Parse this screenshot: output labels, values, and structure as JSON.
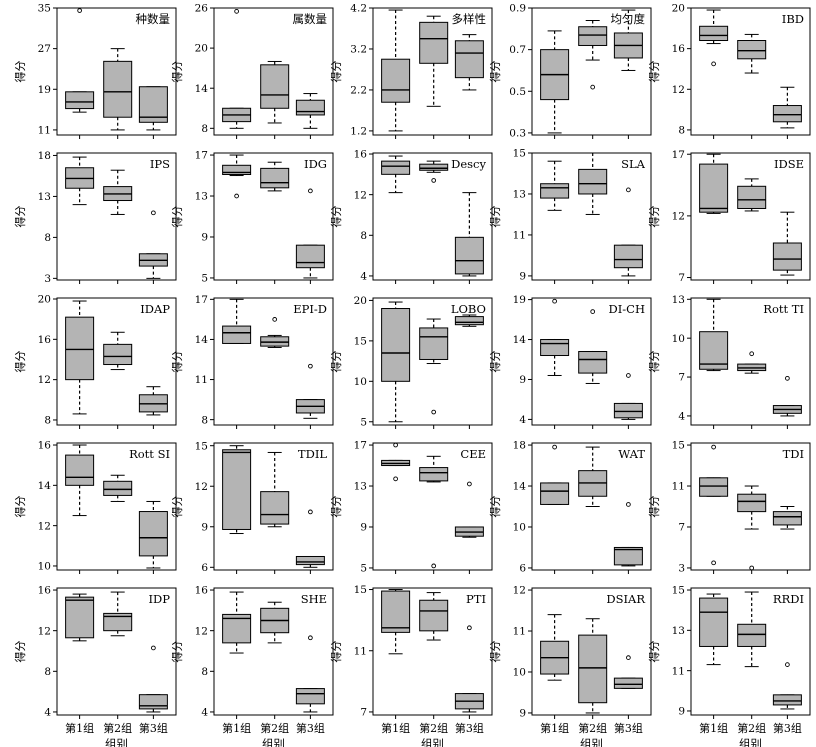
{
  "chart_data": {
    "type": "box",
    "grid": false,
    "categories": [
      "第1组",
      "第2组",
      "第3组"
    ],
    "ylabel": "得分",
    "xlabel": "组别",
    "panels": [
      {
        "title": "种数量",
        "ylim": [
          10,
          35
        ],
        "yticks": [
          11,
          19,
          27,
          35
        ],
        "groups": [
          {
            "min": 14.5,
            "q1": 15.2,
            "median": 16.5,
            "q3": 18.5,
            "max": 18.5,
            "outliers": [
              34.5
            ]
          },
          {
            "min": 11,
            "q1": 13.5,
            "median": 18.5,
            "q3": 24.5,
            "max": 27,
            "outliers": []
          },
          {
            "min": 11,
            "q1": 12.5,
            "median": 13.5,
            "q3": 19.5,
            "max": 19.5,
            "outliers": []
          }
        ]
      },
      {
        "title": "属数量",
        "ylim": [
          7,
          26
        ],
        "yticks": [
          8,
          14,
          20,
          26
        ],
        "groups": [
          {
            "min": 8,
            "q1": 9,
            "median": 10,
            "q3": 11,
            "max": 11,
            "outliers": [
              25.5
            ]
          },
          {
            "min": 8.8,
            "q1": 11,
            "median": 13,
            "q3": 17.5,
            "max": 18,
            "outliers": []
          },
          {
            "min": 8,
            "q1": 10,
            "median": 10.5,
            "q3": 12.2,
            "max": 13.2,
            "outliers": []
          }
        ]
      },
      {
        "title": "多样性",
        "ylim": [
          1.1,
          4.2
        ],
        "yticks": [
          1.2,
          2.2,
          3.2,
          4.2
        ],
        "groups": [
          {
            "min": 1.2,
            "q1": 1.9,
            "median": 2.2,
            "q3": 2.95,
            "max": 4.15,
            "outliers": []
          },
          {
            "min": 1.8,
            "q1": 2.85,
            "median": 3.45,
            "q3": 3.85,
            "max": 4.0,
            "outliers": []
          },
          {
            "min": 2.2,
            "q1": 2.5,
            "median": 3.1,
            "q3": 3.4,
            "max": 3.55,
            "outliers": []
          }
        ]
      },
      {
        "title": "均匀度",
        "ylim": [
          0.29,
          0.9
        ],
        "yticks": [
          0.3,
          0.5,
          0.7,
          0.9
        ],
        "groups": [
          {
            "min": 0.3,
            "q1": 0.46,
            "median": 0.58,
            "q3": 0.7,
            "max": 0.79,
            "outliers": []
          },
          {
            "min": 0.65,
            "q1": 0.72,
            "median": 0.77,
            "q3": 0.81,
            "max": 0.84,
            "outliers": [
              0.52
            ]
          },
          {
            "min": 0.6,
            "q1": 0.66,
            "median": 0.72,
            "q3": 0.78,
            "max": 0.89,
            "outliers": []
          }
        ]
      },
      {
        "title": "IBD",
        "ylim": [
          7.5,
          20
        ],
        "yticks": [
          8,
          12,
          16,
          20
        ],
        "groups": [
          {
            "min": 16.5,
            "q1": 16.8,
            "median": 17.3,
            "q3": 18.2,
            "max": 19.8,
            "outliers": [
              14.5
            ]
          },
          {
            "min": 13.6,
            "q1": 15.0,
            "median": 15.8,
            "q3": 16.8,
            "max": 17.4,
            "outliers": []
          },
          {
            "min": 8.2,
            "q1": 8.8,
            "median": 9.5,
            "q3": 10.4,
            "max": 12.2,
            "outliers": []
          }
        ]
      },
      {
        "title": "IPS",
        "ylim": [
          2.8,
          18.3
        ],
        "yticks": [
          3,
          8,
          13,
          18
        ],
        "groups": [
          {
            "min": 12,
            "q1": 14,
            "median": 15.2,
            "q3": 16.5,
            "max": 17.8,
            "outliers": []
          },
          {
            "min": 10.8,
            "q1": 12.5,
            "median": 13.3,
            "q3": 14.2,
            "max": 16.2,
            "outliers": []
          },
          {
            "min": 3,
            "q1": 4.5,
            "median": 5.2,
            "q3": 6,
            "max": 6,
            "outliers": [
              11
            ]
          }
        ]
      },
      {
        "title": "IDG",
        "ylim": [
          4.8,
          17.2
        ],
        "yticks": [
          5,
          9,
          13,
          17
        ],
        "groups": [
          {
            "min": 15,
            "q1": 15.1,
            "median": 15.3,
            "q3": 16,
            "max": 17,
            "outliers": [
              13
            ]
          },
          {
            "min": 13.5,
            "q1": 13.8,
            "median": 14.3,
            "q3": 15.7,
            "max": 16.3,
            "outliers": []
          },
          {
            "min": 5,
            "q1": 6,
            "median": 6.5,
            "q3": 8.2,
            "max": 8.2,
            "outliers": [
              13.5
            ]
          }
        ]
      },
      {
        "title": "Descy",
        "ylim": [
          3.6,
          16.1
        ],
        "yticks": [
          4,
          8,
          12,
          16
        ],
        "groups": [
          {
            "min": 12.2,
            "q1": 14,
            "median": 14.8,
            "q3": 15.3,
            "max": 15.8,
            "outliers": []
          },
          {
            "min": 14.2,
            "q1": 14.4,
            "median": 14.6,
            "q3": 15,
            "max": 15.3,
            "outliers": [
              13.4
            ]
          },
          {
            "min": 4,
            "q1": 4.2,
            "median": 5.5,
            "q3": 7.8,
            "max": 12.2,
            "outliers": []
          }
        ]
      },
      {
        "title": "SLA",
        "ylim": [
          8.8,
          15
        ],
        "yticks": [
          9,
          11,
          13,
          15
        ],
        "groups": [
          {
            "min": 12.2,
            "q1": 12.8,
            "median": 13.3,
            "q3": 13.5,
            "max": 14.6,
            "outliers": []
          },
          {
            "min": 12,
            "q1": 13,
            "median": 13.5,
            "q3": 14.2,
            "max": 15,
            "outliers": []
          },
          {
            "min": 9,
            "q1": 9.4,
            "median": 9.8,
            "q3": 10.5,
            "max": 10.5,
            "outliers": [
              13.2
            ]
          }
        ]
      },
      {
        "title": "IDSE",
        "ylim": [
          6.8,
          17.1
        ],
        "yticks": [
          7,
          12,
          17
        ],
        "groups": [
          {
            "min": 12.2,
            "q1": 12.3,
            "median": 12.6,
            "q3": 16.2,
            "max": 17,
            "outliers": []
          },
          {
            "min": 12.4,
            "q1": 12.6,
            "median": 13.3,
            "q3": 14.4,
            "max": 15,
            "outliers": []
          },
          {
            "min": 7.2,
            "q1": 7.6,
            "median": 8.5,
            "q3": 9.8,
            "max": 12.3,
            "outliers": []
          }
        ]
      },
      {
        "title": "IDAP",
        "ylim": [
          7.5,
          20.1
        ],
        "yticks": [
          8,
          12,
          16,
          20
        ],
        "groups": [
          {
            "min": 8.6,
            "q1": 12,
            "median": 15,
            "q3": 18.2,
            "max": 19.8,
            "outliers": []
          },
          {
            "min": 13,
            "q1": 13.5,
            "median": 14.3,
            "q3": 15.5,
            "max": 16.7,
            "outliers": []
          },
          {
            "min": 8.5,
            "q1": 8.8,
            "median": 9.6,
            "q3": 10.5,
            "max": 11.3,
            "outliers": []
          }
        ]
      },
      {
        "title": "EPI-D",
        "ylim": [
          7.6,
          17.1
        ],
        "yticks": [
          8,
          11,
          14,
          17
        ],
        "groups": [
          {
            "min": 13.7,
            "q1": 13.7,
            "median": 14.5,
            "q3": 15,
            "max": 17,
            "outliers": []
          },
          {
            "min": 13.4,
            "q1": 13.5,
            "median": 13.8,
            "q3": 14.2,
            "max": 14.3,
            "outliers": [
              15.5
            ]
          },
          {
            "min": 8.1,
            "q1": 8.5,
            "median": 9,
            "q3": 9.5,
            "max": 9.5,
            "outliers": [
              12
            ]
          }
        ]
      },
      {
        "title": "LOBO",
        "ylim": [
          4.6,
          20.3
        ],
        "yticks": [
          5,
          10,
          15,
          20
        ],
        "groups": [
          {
            "min": 5,
            "q1": 10,
            "median": 13.5,
            "q3": 19,
            "max": 19.8,
            "outliers": []
          },
          {
            "min": 12.2,
            "q1": 12.7,
            "median": 15.5,
            "q3": 16.6,
            "max": 17.7,
            "outliers": [
              6.2
            ]
          },
          {
            "min": 16.8,
            "q1": 17,
            "median": 17.3,
            "q3": 18,
            "max": 18.2,
            "outliers": []
          }
        ]
      },
      {
        "title": "DI-CH",
        "ylim": [
          3.3,
          19.2
        ],
        "yticks": [
          4,
          9,
          14,
          19
        ],
        "groups": [
          {
            "min": 9.5,
            "q1": 12,
            "median": 13.5,
            "q3": 14,
            "max": 14,
            "outliers": [
              18.8
            ]
          },
          {
            "min": 8.5,
            "q1": 9.8,
            "median": 11.5,
            "q3": 12.5,
            "max": 12.5,
            "outliers": [
              17.5
            ]
          },
          {
            "min": 4,
            "q1": 4.2,
            "median": 5,
            "q3": 6,
            "max": 6,
            "outliers": [
              9.5
            ]
          }
        ]
      },
      {
        "title": "Rott TI",
        "ylim": [
          3.3,
          13.1
        ],
        "yticks": [
          4,
          7,
          10,
          13
        ],
        "groups": [
          {
            "min": 7.5,
            "q1": 7.6,
            "median": 8,
            "q3": 10.5,
            "max": 13,
            "outliers": []
          },
          {
            "min": 7.3,
            "q1": 7.5,
            "median": 7.7,
            "q3": 8,
            "max": 8,
            "outliers": [
              8.8
            ]
          },
          {
            "min": 4,
            "q1": 4.2,
            "median": 4.5,
            "q3": 4.8,
            "max": 4.8,
            "outliers": [
              6.9
            ]
          }
        ]
      },
      {
        "title": "Rott SI",
        "ylim": [
          9.8,
          16.1
        ],
        "yticks": [
          10,
          12,
          14,
          16
        ],
        "groups": [
          {
            "min": 12.5,
            "q1": 14,
            "median": 14.4,
            "q3": 15.5,
            "max": 16,
            "outliers": []
          },
          {
            "min": 13.2,
            "q1": 13.5,
            "median": 13.8,
            "q3": 14.2,
            "max": 14.5,
            "outliers": []
          },
          {
            "min": 9.9,
            "q1": 10.5,
            "median": 11.4,
            "q3": 12.7,
            "max": 13.2,
            "outliers": []
          }
        ]
      },
      {
        "title": "TDIL",
        "ylim": [
          5.8,
          15.2
        ],
        "yticks": [
          6,
          9,
          12,
          15
        ],
        "groups": [
          {
            "min": 8.5,
            "q1": 8.8,
            "median": 14.5,
            "q3": 14.7,
            "max": 15,
            "outliers": []
          },
          {
            "min": 9,
            "q1": 9.2,
            "median": 9.9,
            "q3": 11.6,
            "max": 14.5,
            "outliers": []
          },
          {
            "min": 6,
            "q1": 6.2,
            "median": 6.4,
            "q3": 6.8,
            "max": 6.8,
            "outliers": [
              10.1
            ]
          }
        ]
      },
      {
        "title": "CEE",
        "ylim": [
          4.8,
          17.2
        ],
        "yticks": [
          5,
          9,
          13,
          17
        ],
        "groups": [
          {
            "min": 15,
            "q1": 15,
            "median": 15.2,
            "q3": 15.5,
            "max": 15.5,
            "outliers": [
              17,
              13.7
            ]
          },
          {
            "min": 13.4,
            "q1": 13.5,
            "median": 14.3,
            "q3": 14.8,
            "max": 15.9,
            "outliers": [
              5.2
            ]
          },
          {
            "min": 8,
            "q1": 8.1,
            "median": 8.5,
            "q3": 9,
            "max": 9,
            "outliers": [
              13.2
            ]
          }
        ]
      },
      {
        "title": "WAT",
        "ylim": [
          5.8,
          18.2
        ],
        "yticks": [
          6,
          10,
          14,
          18
        ],
        "groups": [
          {
            "min": 12.2,
            "q1": 12.2,
            "median": 13.5,
            "q3": 14.3,
            "max": 14.3,
            "outliers": [
              17.8
            ]
          },
          {
            "min": 12,
            "q1": 13,
            "median": 14.3,
            "q3": 15.5,
            "max": 17.8,
            "outliers": []
          },
          {
            "min": 6.2,
            "q1": 6.3,
            "median": 7.8,
            "q3": 8,
            "max": 8,
            "outliers": [
              12.2
            ]
          }
        ]
      },
      {
        "title": "TDI",
        "ylim": [
          2.8,
          15.2
        ],
        "yticks": [
          3,
          7,
          11,
          15
        ],
        "groups": [
          {
            "min": 10,
            "q1": 10,
            "median": 11,
            "q3": 11.8,
            "max": 11.8,
            "outliers": [
              14.8,
              3.5
            ]
          },
          {
            "min": 6.8,
            "q1": 8.5,
            "median": 9.5,
            "q3": 10.2,
            "max": 11,
            "outliers": [
              3
            ]
          },
          {
            "min": 6.8,
            "q1": 7.2,
            "median": 8,
            "q3": 8.5,
            "max": 9,
            "outliers": []
          }
        ]
      },
      {
        "title": "IDP",
        "ylim": [
          3.7,
          16.2
        ],
        "yticks": [
          4,
          8,
          12,
          16
        ],
        "groups": [
          {
            "min": 11,
            "q1": 11.3,
            "median": 15,
            "q3": 15.3,
            "max": 15.6,
            "outliers": []
          },
          {
            "min": 11.5,
            "q1": 12,
            "median": 13.4,
            "q3": 13.7,
            "max": 15.8,
            "outliers": []
          },
          {
            "min": 4,
            "q1": 4.3,
            "median": 4.6,
            "q3": 5.7,
            "max": 5.7,
            "outliers": [
              10.3
            ]
          }
        ]
      },
      {
        "title": "SHE",
        "ylim": [
          3.7,
          16.2
        ],
        "yticks": [
          4,
          8,
          12,
          16
        ],
        "groups": [
          {
            "min": 9.8,
            "q1": 10.8,
            "median": 13.2,
            "q3": 13.6,
            "max": 15.8,
            "outliers": []
          },
          {
            "min": 10.8,
            "q1": 11.8,
            "median": 13,
            "q3": 14.2,
            "max": 14.8,
            "outliers": []
          },
          {
            "min": 4,
            "q1": 4.8,
            "median": 5.8,
            "q3": 6.3,
            "max": 6.3,
            "outliers": [
              11.3
            ]
          }
        ]
      },
      {
        "title": "PTI",
        "ylim": [
          6.8,
          15.1
        ],
        "yticks": [
          7,
          11,
          15
        ],
        "groups": [
          {
            "min": 10.8,
            "q1": 12.2,
            "median": 12.5,
            "q3": 14.9,
            "max": 15,
            "outliers": []
          },
          {
            "min": 11.7,
            "q1": 12.3,
            "median": 13.6,
            "q3": 14.3,
            "max": 14.8,
            "outliers": []
          },
          {
            "min": 7,
            "q1": 7.2,
            "median": 7.7,
            "q3": 8.2,
            "max": 8.2,
            "outliers": [
              12.5
            ]
          }
        ]
      },
      {
        "title": "DSIAR",
        "ylim": [
          8.95,
          12.05
        ],
        "yticks": [
          9,
          10,
          11,
          12
        ],
        "groups": [
          {
            "min": 9.8,
            "q1": 9.95,
            "median": 10.35,
            "q3": 10.75,
            "max": 11.4,
            "outliers": []
          },
          {
            "min": 9,
            "q1": 9.25,
            "median": 10.1,
            "q3": 10.9,
            "max": 11.3,
            "outliers": []
          },
          {
            "min": 9.6,
            "q1": 9.6,
            "median": 9.7,
            "q3": 9.85,
            "max": 9.85,
            "outliers": [
              10.35
            ]
          }
        ]
      },
      {
        "title": "RRDI",
        "ylim": [
          8.8,
          15.1
        ],
        "yticks": [
          9,
          11,
          13,
          15
        ],
        "groups": [
          {
            "min": 11.3,
            "q1": 12.2,
            "median": 13.9,
            "q3": 14.6,
            "max": 14.8,
            "outliers": []
          },
          {
            "min": 11.2,
            "q1": 12.2,
            "median": 12.8,
            "q3": 13.3,
            "max": 14.9,
            "outliers": []
          },
          {
            "min": 9.1,
            "q1": 9.3,
            "median": 9.5,
            "q3": 9.8,
            "max": 9.8,
            "outliers": [
              11.3
            ]
          }
        ]
      }
    ]
  }
}
